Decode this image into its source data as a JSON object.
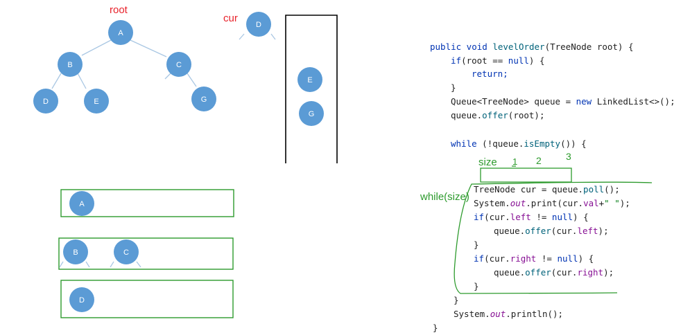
{
  "labels": {
    "root": "root",
    "cur": "cur",
    "size": "size",
    "while_size": "while(size)",
    "marks": [
      "1",
      "2",
      "3"
    ]
  },
  "tree": {
    "nodes": [
      "A",
      "B",
      "C",
      "D",
      "E",
      "G"
    ]
  },
  "cur_node": "D",
  "queue": [
    "E",
    "G"
  ],
  "levels": [
    [
      "A"
    ],
    [
      "B",
      "C"
    ],
    [
      "D"
    ]
  ],
  "code": {
    "l1_a": "public void ",
    "l1_b": "levelOrder",
    "l1_c": "(TreeNode root) {",
    "l2_a": "if",
    "l2_b": "(root == ",
    "l2_c": "null",
    "l2_d": ") {",
    "l3": "return;",
    "l4": "}",
    "l5_a": "Queue<TreeNode> queue = ",
    "l5_b": "new",
    "l5_c": " LinkedList<>();",
    "l6_a": "queue.",
    "l6_b": "offer",
    "l6_c": "(root);",
    "l7_a": "while",
    "l7_b": " (!queue.",
    "l7_c": "isEmpty",
    "l7_d": "()) {",
    "l8_a": "TreeNode cur = queue.",
    "l8_b": "poll",
    "l8_c": "();",
    "l9_a": "System.",
    "l9_b": "out",
    "l9_c": ".print(cur.",
    "l9_d": "val",
    "l9_e": "+",
    "l9_f": "\" \"",
    "l9_g": ");",
    "l10_a": "if",
    "l10_b": "(cur.",
    "l10_c": "left",
    "l10_d": " != ",
    "l10_e": "null",
    "l10_f": ") {",
    "l11_a": "queue.",
    "l11_b": "offer",
    "l11_c": "(cur.",
    "l11_d": "left",
    "l11_e": ");",
    "l12": "}",
    "l13_a": "if",
    "l13_b": "(cur.",
    "l13_c": "right",
    "l13_d": " != ",
    "l13_e": "null",
    "l13_f": ") {",
    "l14_a": "queue.",
    "l14_b": "offer",
    "l14_c": "(cur.",
    "l14_d": "right",
    "l14_e": ");",
    "l15": "}",
    "l16": "}",
    "l17_a": "System.",
    "l17_b": "out",
    "l17_c": ".println();",
    "l18": "}"
  },
  "colors": {
    "node_fill": "#5b9bd5",
    "node_text": "#ffffff",
    "edge": "#a9c7e3",
    "green": "#2c9a2c",
    "red": "#e8222b"
  }
}
